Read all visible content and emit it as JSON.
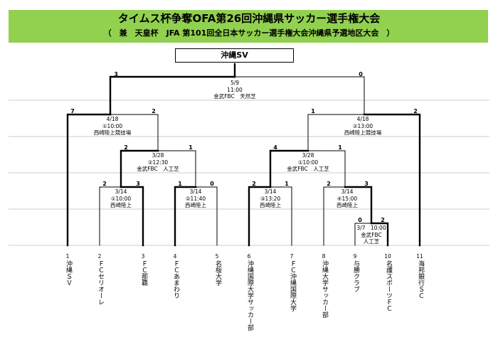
{
  "title": "タイムス杯争奪OFA第26回沖縄県サッカー選手権大会",
  "subtitle": "（　兼　天皇杯　JFA 第101回全日本サッカー選手権大会沖縄県予選地区大会　）",
  "champion": "沖縄SV",
  "teams": [
    {
      "num": "1",
      "name": "沖縄ＳＶ"
    },
    {
      "num": "2",
      "name": "ＦＣセリオーレ"
    },
    {
      "num": "3",
      "name": "ＦＣ那覇"
    },
    {
      "num": "4",
      "name": "ＦＣあまわり"
    },
    {
      "num": "5",
      "name": "名桜大学"
    },
    {
      "num": "6",
      "name": "沖縄国際大学サッカー部"
    },
    {
      "num": "7",
      "name": "ＦＣ沖縄国際大学"
    },
    {
      "num": "8",
      "name": "沖縄大学サッカー部"
    },
    {
      "num": "9",
      "name": "与勝クラブ"
    },
    {
      "num": "10",
      "name": "名護スポーツＦＣ"
    },
    {
      "num": "11",
      "name": "海邦銀行ＳＣ"
    }
  ],
  "matches": {
    "final": {
      "date": "5/9",
      "time": "11:00",
      "venue": "金武FBC　天然芝",
      "score_left": "3",
      "score_right": "0"
    },
    "sf_left": {
      "date": "4/18",
      "time": "①10:00",
      "venue": "西崎陸上競技場",
      "score_left": "7",
      "score_right": "2"
    },
    "sf_right": {
      "date": "4/18",
      "time": "②13:00",
      "venue": "西崎陸上競技場",
      "score_left": "1",
      "score_right": "2"
    },
    "qf_left": {
      "date": "3/28",
      "time": "②12:30",
      "venue": "金武FBC　人工芝",
      "score_left": "2",
      "score_right": "1"
    },
    "qf_right": {
      "date": "3/28",
      "time": "①10:00",
      "venue": "金武FBC　人工芝",
      "score_left": "4",
      "score_right": "1"
    },
    "r1_a": {
      "date": "3/14",
      "time": "①10:00",
      "venue": "西崎陸上",
      "score_left": "2",
      "score_right": "3"
    },
    "r1_b": {
      "date": "3/14",
      "time": "②11:40",
      "venue": "西崎陸上",
      "score_left": "1",
      "score_right": "0"
    },
    "r1_c": {
      "date": "3/14",
      "time": "③13:20",
      "venue": "西崎陸上",
      "score_left": "2",
      "score_right": "1"
    },
    "r1_d": {
      "date": "3/14",
      "time": "④15:00",
      "venue": "西崎陸上",
      "score_left": "2",
      "score_right": "3"
    },
    "r0": {
      "date": "3/7",
      "time": "10:00",
      "venue_line1": "金武FBC",
      "venue_line2": "人工芝",
      "score_left": "0",
      "score_right": "2"
    }
  }
}
